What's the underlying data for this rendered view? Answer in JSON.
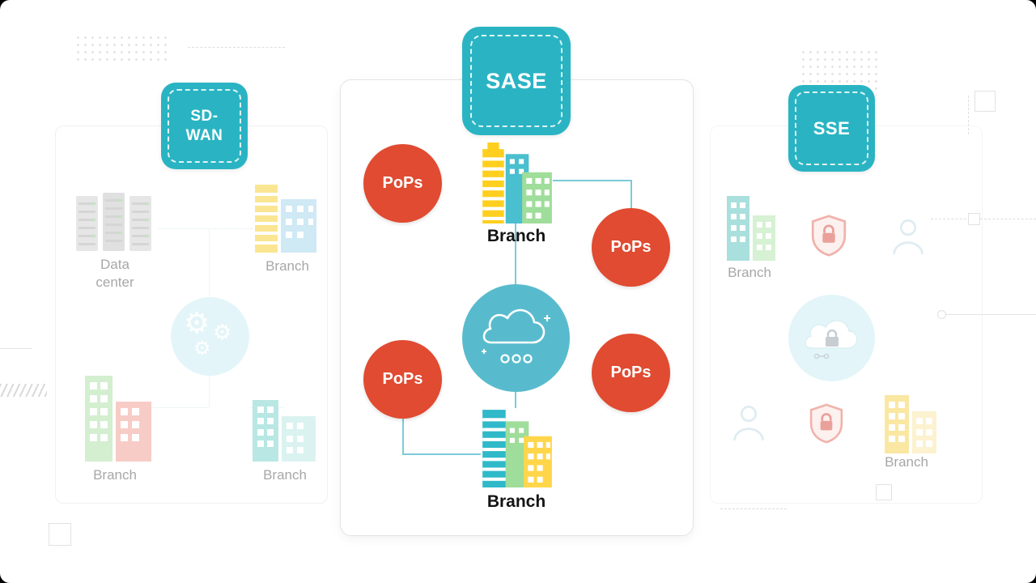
{
  "diagram": {
    "left": {
      "badge_line1": "SD-",
      "badge_line2": "WAN",
      "data_center_label": "Data center",
      "branch_top_label": "Branch",
      "branch_bottom_left_label": "Branch",
      "branch_bottom_right_label": "Branch"
    },
    "center": {
      "badge": "SASE",
      "branch_top_label": "Branch",
      "branch_bottom_label": "Branch",
      "pop_top_left": "PoPs",
      "pop_top_right": "PoPs",
      "pop_bottom_left": "PoPs",
      "pop_bottom_right": "PoPs"
    },
    "right": {
      "badge": "SSE",
      "branch_top_label": "Branch",
      "branch_bottom_label": "Branch"
    },
    "colors": {
      "badge_teal": "#2ab4c3",
      "pop_red": "#e04b31",
      "hub_teal": "#58bbcd",
      "light_circle": "#cdeef5"
    }
  }
}
